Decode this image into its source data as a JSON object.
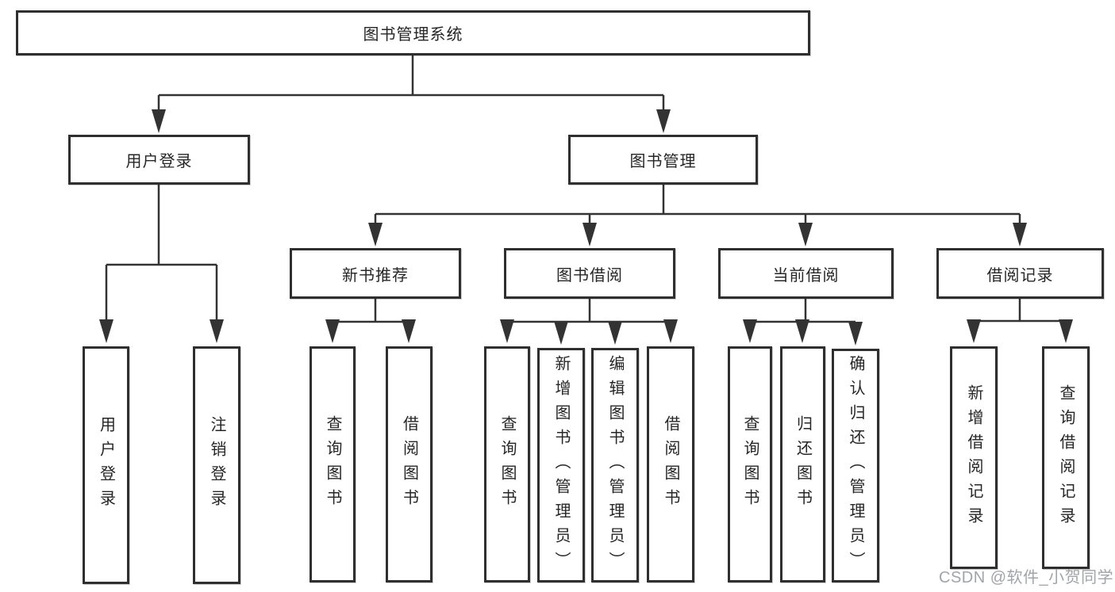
{
  "colors": {
    "background": "#ffffff",
    "line": "#333333",
    "box_border": "#2f2f2f",
    "text": "#262626",
    "watermark_text": "#a0a5aa"
  },
  "tree": {
    "root": {
      "label": "图书管理系统"
    },
    "branches": [
      {
        "label": "用户登录",
        "children": [
          "用户登录",
          "注销登录"
        ]
      },
      {
        "label": "图书管理",
        "groups": [
          {
            "label": "新书推荐",
            "children": [
              "查询图书",
              "借阅图书"
            ]
          },
          {
            "label": "图书借阅",
            "children": [
              "查询图书",
              "新增图书（管理员）",
              "编辑图书（管理员）",
              "借阅图书"
            ]
          },
          {
            "label": "当前借阅",
            "children": [
              "查询图书",
              "归还图书",
              "确认归还（管理员）"
            ]
          },
          {
            "label": "借阅记录",
            "children": [
              "新增借阅记录",
              "查询借阅记录"
            ]
          }
        ]
      }
    ]
  },
  "watermark": {
    "text": "CSDN @软件_小贺同学"
  }
}
